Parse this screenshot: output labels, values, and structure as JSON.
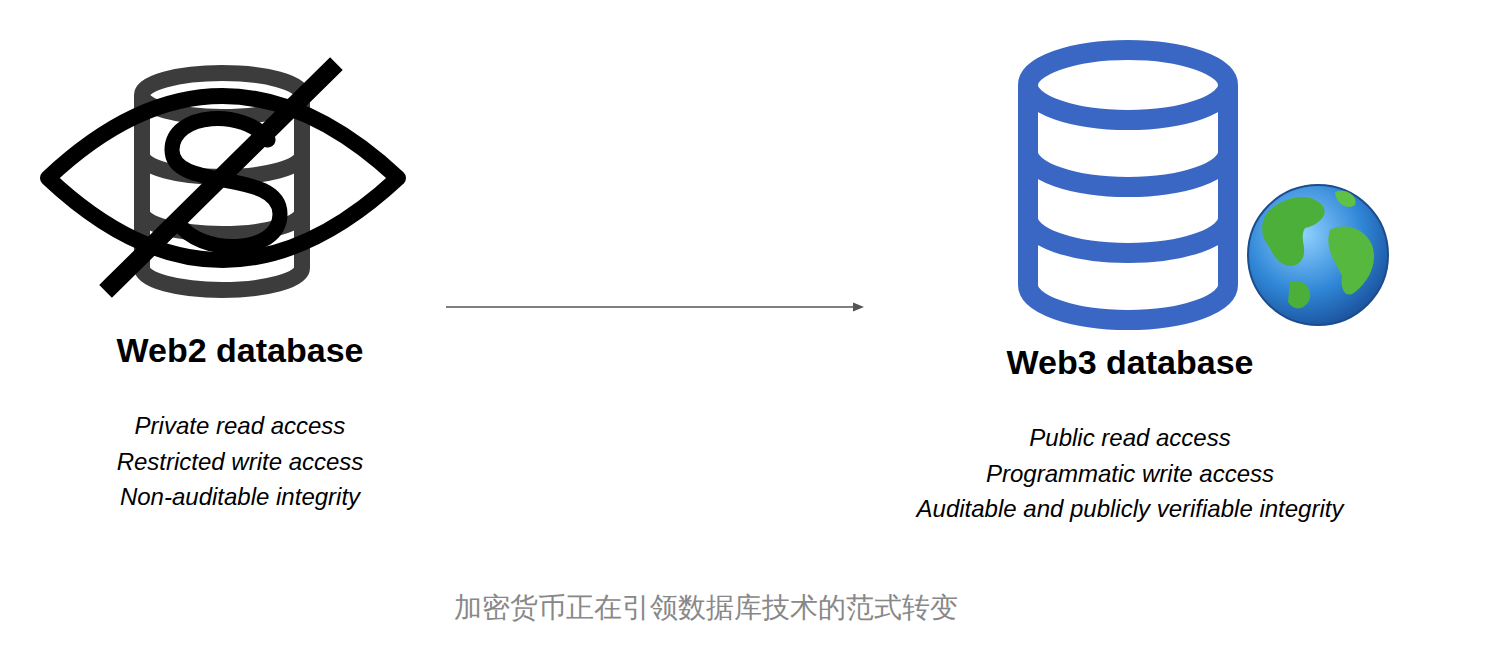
{
  "diagram": {
    "caption": "加密货币正在引领数据库技术的范式转变",
    "nodes": [
      {
        "text": [
          "Web2 database",
          "Private read access",
          "Restricted write access",
          "Non-auditable integrity"
        ]
      },
      {
        "text": [
          "Web3 database",
          "Public read access",
          "Programmatic write access",
          "Auditable and publicly verifiable integrity"
        ]
      }
    ],
    "edges": [
      {
        "from": 0,
        "to": 1,
        "arrow": "to"
      }
    ]
  }
}
